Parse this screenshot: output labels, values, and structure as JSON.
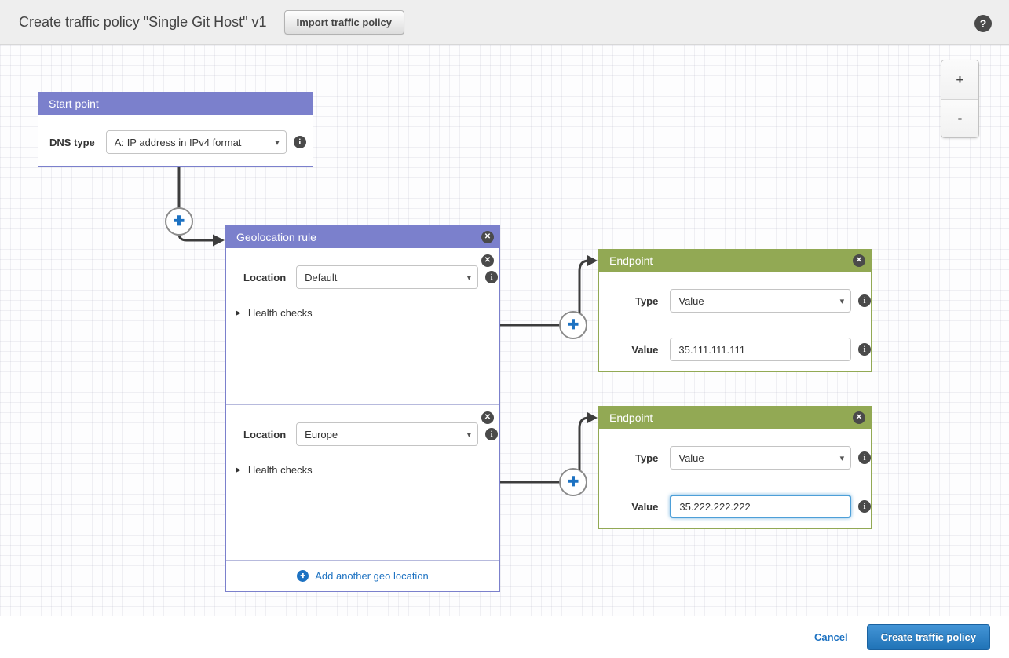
{
  "header": {
    "title": "Create traffic policy \"Single Git Host\" v1",
    "import_button": "Import traffic policy"
  },
  "icons": {
    "help": "?",
    "close": "✕",
    "info": "i",
    "connector_plus": "✚",
    "add_plus": "✚",
    "caret": "▾",
    "expander": "▶"
  },
  "canvas": {
    "zoom_in_label": "+",
    "zoom_out_label": "-",
    "start_point": {
      "title": "Start point",
      "dns_type_label": "DNS type",
      "dns_type_value": "A: IP address in IPv4 format"
    },
    "geolocation_rule": {
      "title": "Geolocation rule",
      "rows": [
        {
          "location_label": "Location",
          "location_value": "Default",
          "health_checks_label": "Health checks"
        },
        {
          "location_label": "Location",
          "location_value": "Europe",
          "health_checks_label": "Health checks"
        }
      ],
      "add_link": "Add another geo location"
    },
    "endpoints": [
      {
        "title": "Endpoint",
        "type_label": "Type",
        "type_value": "Value",
        "value_label": "Value",
        "value": "35.111.111.111"
      },
      {
        "title": "Endpoint",
        "type_label": "Type",
        "type_value": "Value",
        "value_label": "Value",
        "value": "35.222.222.222"
      }
    ]
  },
  "footer": {
    "cancel_label": "Cancel",
    "create_label": "Create traffic policy"
  },
  "colors": {
    "rule_purple": "#7b80cc",
    "endpoint_green": "#92a954",
    "link_blue": "#1d72c2",
    "connector_gray": "#3d3d3d"
  }
}
